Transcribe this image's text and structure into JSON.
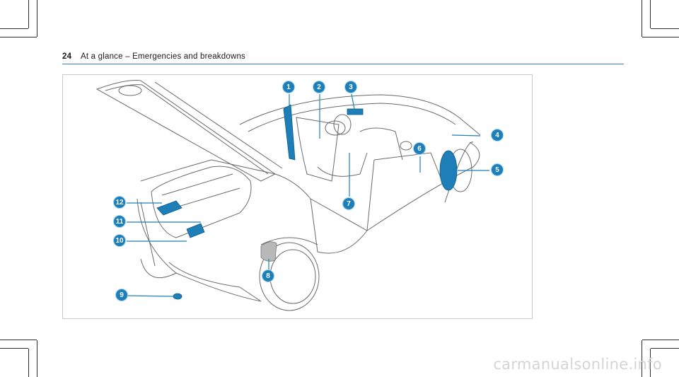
{
  "header": {
    "page_number": "24",
    "title": "At a glance – Emergencies and breakdowns"
  },
  "figure": {
    "callouts": [
      "1",
      "2",
      "3",
      "4",
      "5",
      "6",
      "7",
      "8",
      "9",
      "10",
      "11",
      "12"
    ],
    "accent_color": "#1e7fb8"
  },
  "watermark": "carmanualsonline.info"
}
